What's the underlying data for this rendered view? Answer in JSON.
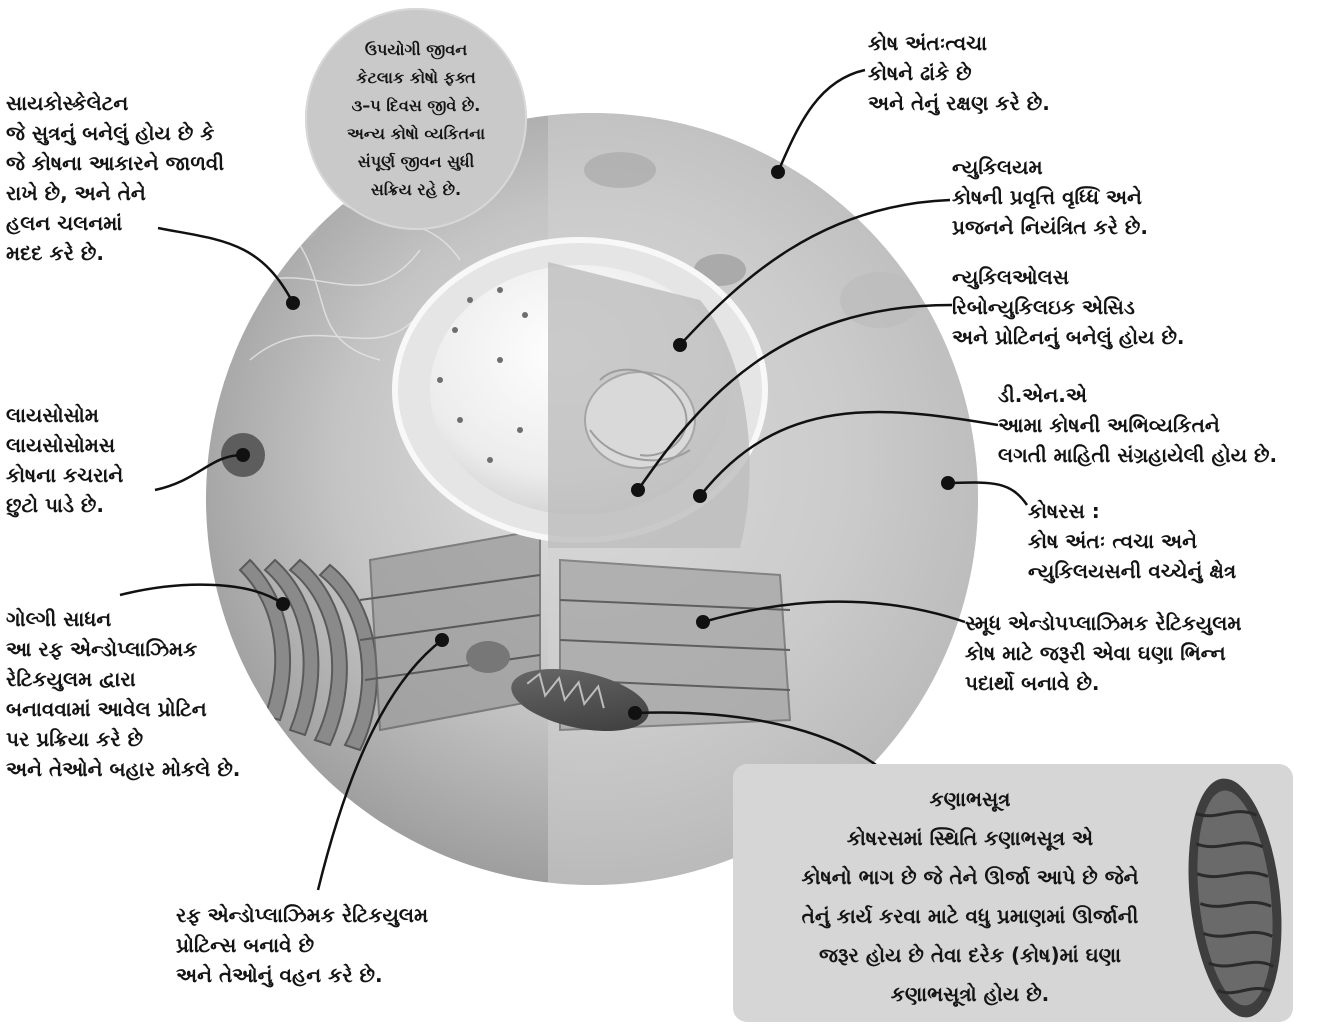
{
  "labels": {
    "bubble": {
      "lines": [
        "ઉપયોગી જીવન",
        "કેટલાક કોષો ફક્ત",
        "૩–૫ દિવસ જીવે છે.",
        "અન્ય કોષો વ્યકિતના",
        "સંપૂર્ણ જીવન સુધી",
        "સક્રિય રહે છે."
      ]
    },
    "cytoskeleton": {
      "title": "સાયકોસ્કેલેટન",
      "lines": [
        "જે સુત્રનું બનેલું હોય છે કે",
        "જે કોષના આકારને જાળવી",
        "રાખે છે, અને તેને",
        "હલન ચલનમાં",
        "મદદ કરે છે."
      ]
    },
    "lysosome": {
      "title": "લાયસોસોમ",
      "lines": [
        "લાયસોસોમસ",
        "કોષના કચરાને",
        "છુટો પાડે છે."
      ]
    },
    "golgi": {
      "title": "ગોલ્ગી સાધન",
      "lines": [
        "આ રફ એન્ડોપ્લાઝિમક",
        "રેટિકયુલમ દ્વારા",
        "બનાવવામાં આવેલ પ્રોટિન",
        "પર પ્રક્રિયા કરે છે",
        "અને તેઓને બહાર મોકલે છે."
      ]
    },
    "rough_er": {
      "title": "રફ એન્ડોપ્લાઝિમક રેટિકયુલમ",
      "lines": [
        "પ્રોટિન્સ બનાવે છે",
        "અને તેઓનું વહન કરે છે."
      ]
    },
    "cell_membrane": {
      "title": "કોષ અંતઃત્વચા",
      "lines": [
        "કોષને ઢાંકે છે",
        "અને તેનું રક્ષણ કરે છે."
      ]
    },
    "nucleus": {
      "title": "ન્યુકિલયમ",
      "lines": [
        "કોષની પ્રવૃત્તિ વૃધ્ધિ અને",
        "પ્રજનને નિયંત્રિત કરે છે."
      ]
    },
    "nucleolus": {
      "title": "ન્યુકિલઓલસ",
      "lines": [
        "રિબોન્યુકિલઇક એસિડ",
        "અને પ્રોટિનનું બનેલું હોય છે."
      ]
    },
    "dna": {
      "title": "ડી.એન.એ",
      "lines": [
        "આમા કોષની અભિવ્યકિતને",
        "લગતી માહિતી સંગ્રહાયેલી હોય છે."
      ]
    },
    "cytoplasm": {
      "title": "કોષરસ :",
      "lines": [
        "કોષ અંતઃ ત્વચા અને",
        "ન્યુકિલયસની વચ્ચેનું ક્ષેત્ર"
      ]
    },
    "smooth_er": {
      "title": "સ્મૂધ એન્ડોપપ્લાઝિમક રેટિકયુલમ",
      "lines": [
        "કોષ માટે જરૂરી એવા ઘણા ભિન્ન",
        "પદાર્થો બનાવે છે."
      ]
    },
    "mitochondria": {
      "title": "કણાભસૂત્ર",
      "lines": [
        "કોષરસમાં સ્થિતિ કણાભસૂત્ર એ",
        "કોષનો ભાગ છે  જે તેને ઊર્જા આપે છે જેને",
        "તેનું કાર્ય કરવા માટે વધુ પ્રમાણમાં ઊર્જાની",
        "જરૂર હોય છે તેવા દરેક (કોષ)માં ઘણા",
        "કણાભસૂત્રો હોય છે."
      ]
    }
  },
  "colors": {
    "background": "#ffffff",
    "text": "#141414",
    "leader_line": "#111111",
    "cell_gray": "#bdbdbd",
    "panel_gray": "#d6d6d6",
    "bubble_gray": "#c9c9c9"
  }
}
